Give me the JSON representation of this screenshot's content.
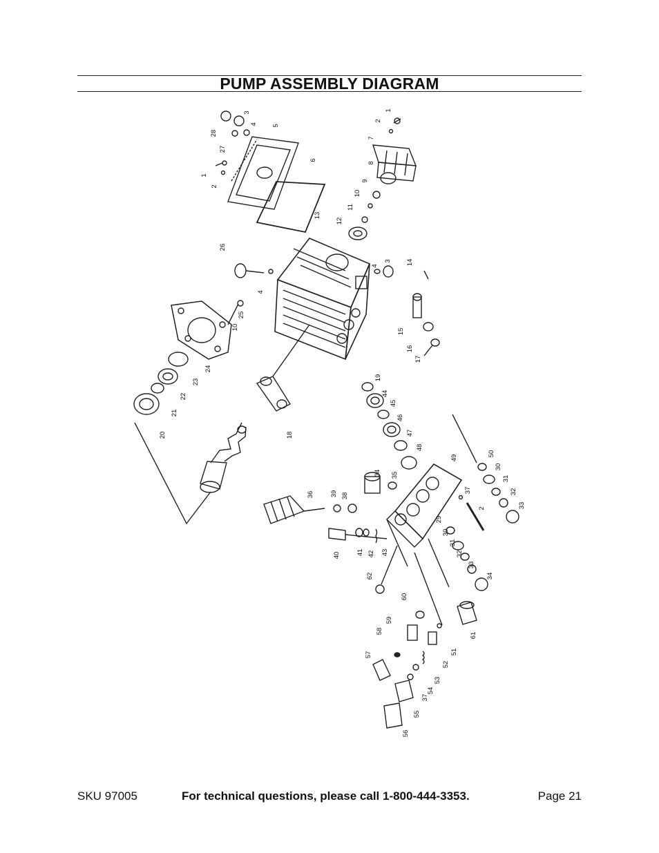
{
  "header": {
    "title": "PUMP ASSEMBLY DIAGRAM"
  },
  "diagram": {
    "part_labels": [
      "28",
      "3",
      "27",
      "4",
      "5",
      "1",
      "2",
      "6",
      "1",
      "2",
      "7",
      "8",
      "9",
      "10",
      "11",
      "12",
      "13",
      "26",
      "4",
      "4",
      "3",
      "14",
      "25",
      "10",
      "24",
      "23",
      "22",
      "21",
      "20",
      "15",
      "16",
      "17",
      "18",
      "19",
      "44",
      "45",
      "46",
      "47",
      "48",
      "49",
      "50",
      "30",
      "31",
      "32",
      "33",
      "34",
      "35",
      "36",
      "39",
      "38",
      "37",
      "2",
      "29",
      "30",
      "31",
      "32",
      "33",
      "34",
      "40",
      "41",
      "42",
      "43",
      "62",
      "60",
      "59",
      "58",
      "57",
      "61",
      "51",
      "52",
      "53",
      "54",
      "37",
      "55",
      "56"
    ]
  },
  "footer": {
    "sku": "SKU 97005",
    "tech_line": "For technical questions, please call 1-800-444-3353.",
    "page": "Page 21"
  }
}
